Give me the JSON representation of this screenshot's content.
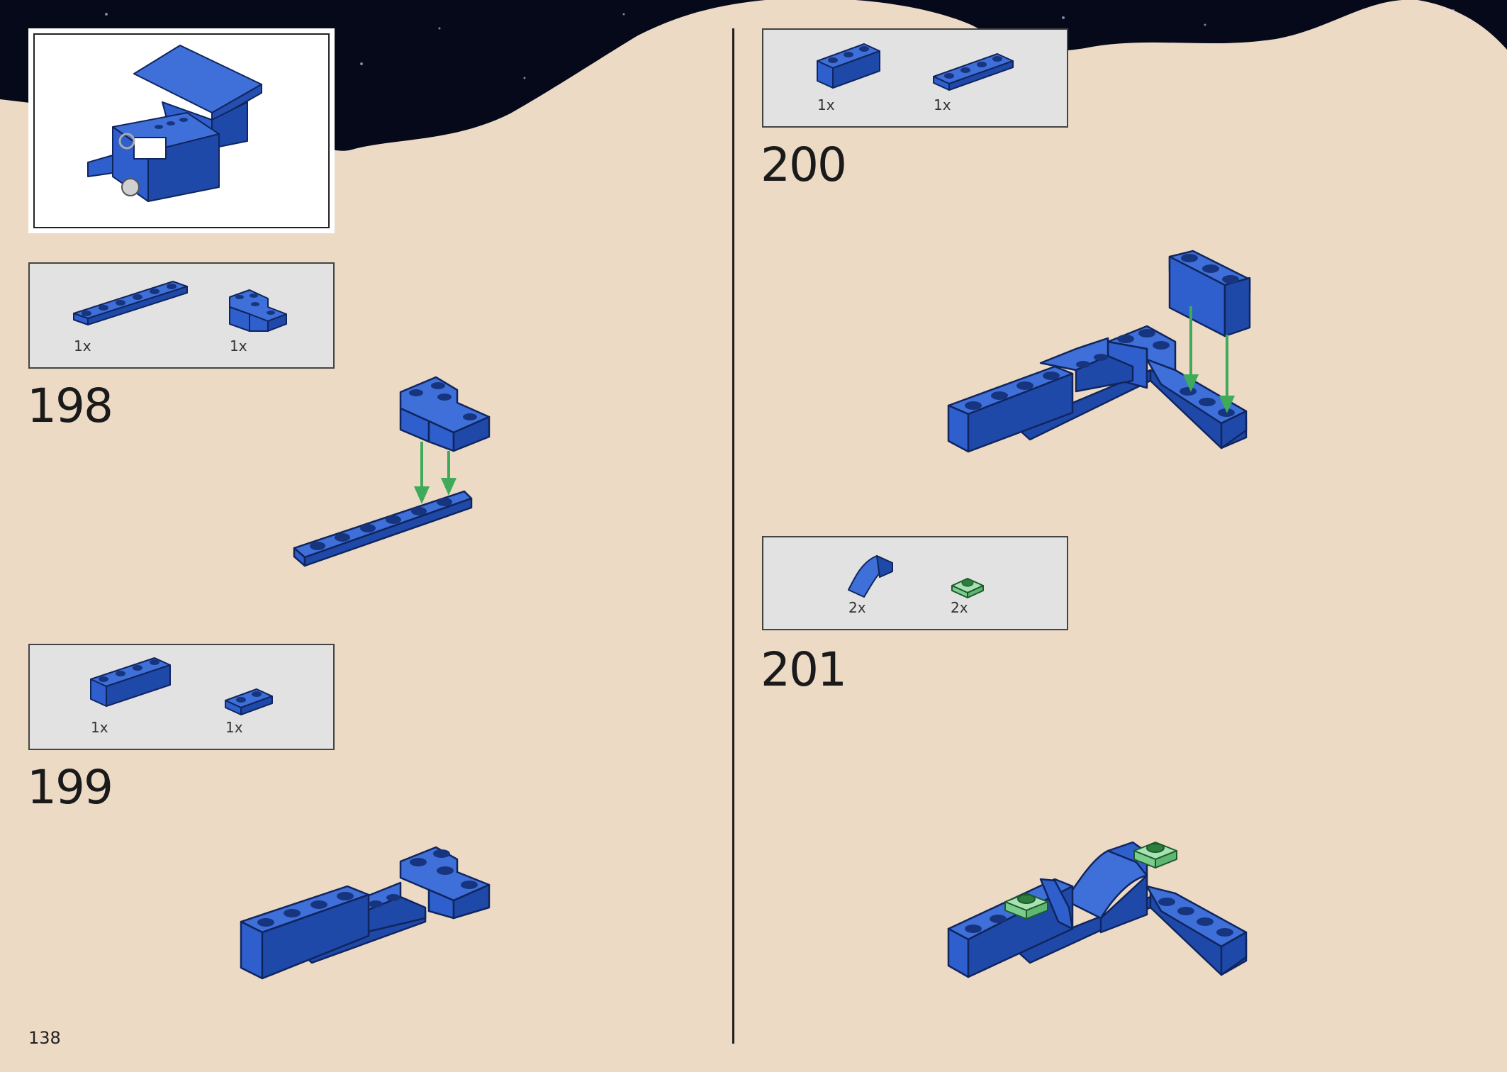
{
  "page_number": "138",
  "colors": {
    "brick_blue": "#2e5fcc",
    "brick_blue_dark": "#1f49a8",
    "stud": "#17357f",
    "arrow": "#3faa5a",
    "trans_green": "#8ad49a",
    "panel_bg": "#e2e2e2",
    "paper": "#ecdac5",
    "space": "#020713"
  },
  "steps": [
    {
      "number": "198",
      "parts": [
        {
          "qty": "1x",
          "icon": "plate-1x6-icon"
        },
        {
          "qty": "1x",
          "icon": "brick-2x2-corner-icon"
        }
      ]
    },
    {
      "number": "199",
      "parts": [
        {
          "qty": "1x",
          "icon": "brick-1x4-icon"
        },
        {
          "qty": "1x",
          "icon": "plate-1x2-icon"
        }
      ]
    },
    {
      "number": "200",
      "parts": [
        {
          "qty": "1x",
          "icon": "brick-1x3-icon"
        },
        {
          "qty": "1x",
          "icon": "plate-1x4-icon"
        }
      ]
    },
    {
      "number": "201",
      "parts": [
        {
          "qty": "2x",
          "icon": "slope-curved-icon"
        },
        {
          "qty": "2x",
          "icon": "tile-1x1-trans-green-icon"
        }
      ]
    }
  ]
}
